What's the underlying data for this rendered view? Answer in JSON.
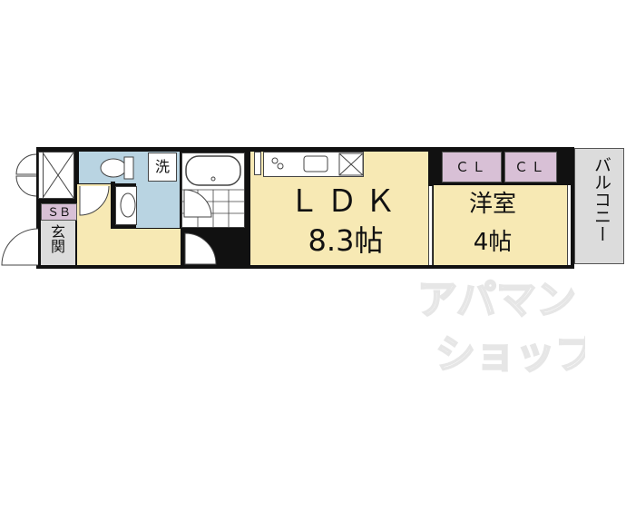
{
  "floorplan": {
    "rooms": {
      "ldk": {
        "name": "ＬＤＫ",
        "size": "8.3帖"
      },
      "western_room": {
        "name": "洋室",
        "size": "4帖"
      },
      "closet_1": "ＣＬ",
      "closet_2": "ＣＬ",
      "shoe_box": "ＳＢ",
      "entrance": "玄関",
      "laundry": "洗",
      "balcony": "バルコニー"
    },
    "watermark": "アパマンショップ",
    "colors": {
      "room_floor": "#f7e9b4",
      "wet_area": "#b9d4e2",
      "storage": "#d8c0d6",
      "entrance": "#dcdcdc"
    }
  }
}
